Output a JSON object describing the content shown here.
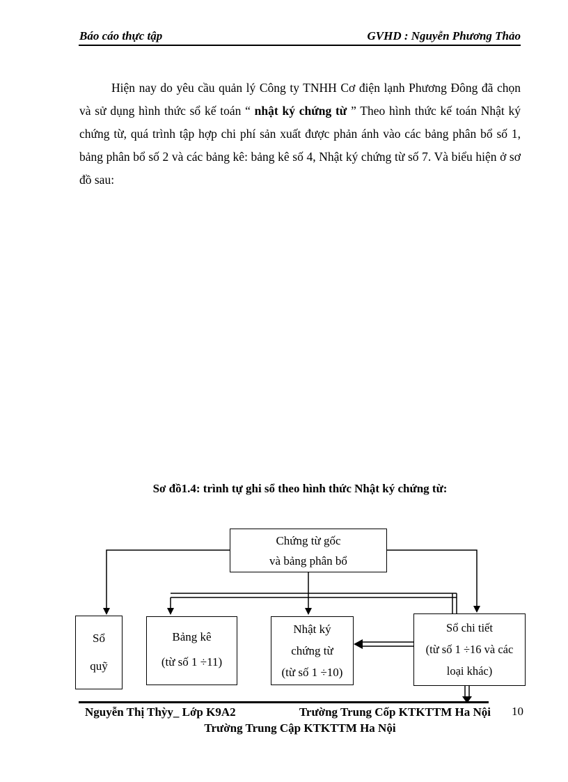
{
  "header": {
    "left": "Báo cáo thực tập",
    "right": "GVHD : Nguyễn Phương Thảo"
  },
  "paragraph": {
    "part1": "Hiện nay do yêu cầu quản lý Công ty TNHH Cơ điện lạnh Phương Đông đã chọn và sử dụng hình thức sổ kế toán “ ",
    "bold": "nhật ký chứng từ",
    "part2": " ” Theo hình thức kế toán Nhật ký chứng từ, quá trình tập hợp chi phí sản xuất được phản ánh vào các bảng phân bổ số 1, bảng phân bổ số 2 và các bảng kê: bảng kê số 4, Nhật ký chứng từ số 7. Và biểu hiện ở sơ đồ sau:"
  },
  "diagram": {
    "title": "Sơ đồ1.4: trình tự ghi sổ theo hình thức Nhật ký chứng từ:",
    "root_box": {
      "line1": "Chứng từ gốc",
      "line2": "và bảng phân bổ"
    },
    "so_quy_box": {
      "line1": "Sổ",
      "line2": "quỹ"
    },
    "bang_ke_box": {
      "line1": "Bảng kê",
      "line2": "(từ số 1 ÷11)"
    },
    "nhat_ky_box": {
      "line1": "Nhật ký",
      "line2": "chứng từ",
      "line3": "(từ số 1 ÷10)"
    },
    "so_chi_tiet_box": {
      "line1": "Sổ chi tiết",
      "line2": "(từ số 1 ÷16 và các",
      "line3": "loại khác)"
    }
  },
  "footer": {
    "line1_left": "Nguyễn Thị Thỳy_ Lớp K9A2",
    "line1_right": "Trường Trung Cốp KTKTTM Ha Nội",
    "line2": "Trường Trung Cập KTKTTM Ha Nội",
    "page_number": "10"
  }
}
